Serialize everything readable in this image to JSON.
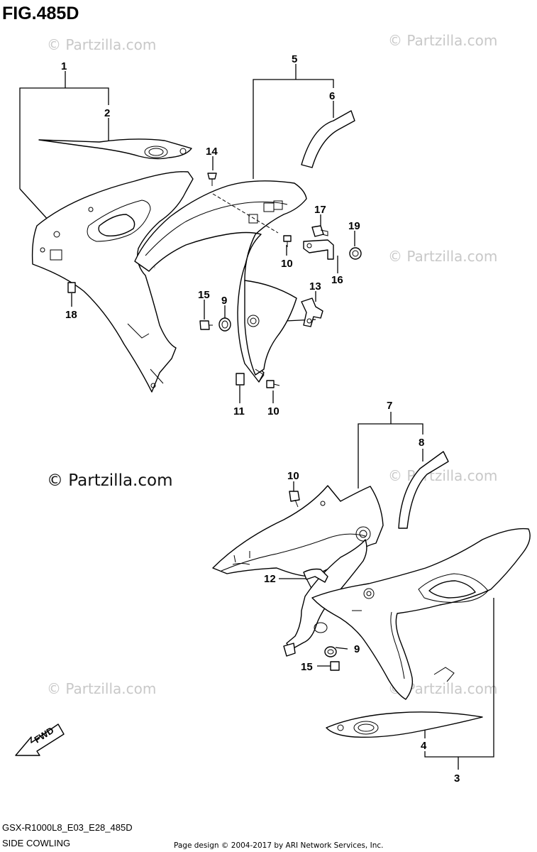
{
  "figure": {
    "title": "FIG.485D",
    "code": "GSX-R1000L8_E03_E28_485D",
    "section": "SIDE COWLING"
  },
  "watermarks": {
    "small": "© Partzilla.com",
    "large": "© Partzilla.com"
  },
  "footer": {
    "credit": "Page design © 2004-2017 by ARI Network Services, Inc."
  },
  "fwd_label": "FWD",
  "callouts": [
    "1",
    "2",
    "5",
    "6",
    "14",
    "17",
    "19",
    "10",
    "16",
    "13",
    "15",
    "9",
    "18",
    "11",
    "10",
    "7",
    "8",
    "10",
    "12",
    "9",
    "15",
    "4",
    "3"
  ]
}
